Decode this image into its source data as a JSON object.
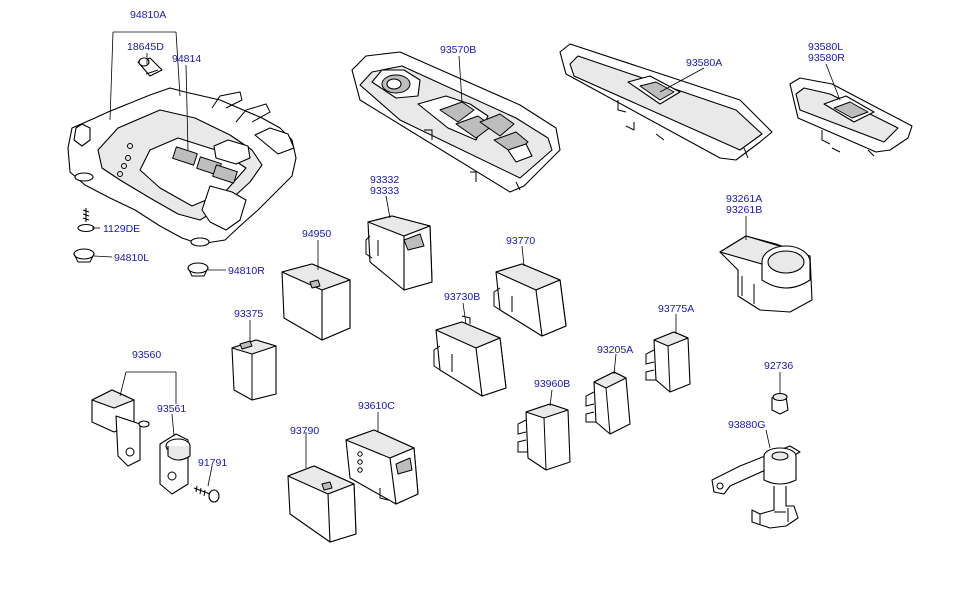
{
  "labels": {
    "l94810A": "94810A",
    "l18645D": "18645D",
    "l94814": "94814",
    "l1129DE": "1129DE",
    "l94810L": "94810L",
    "l94810R": "94810R",
    "l93570B": "93570B",
    "l93580A": "93580A",
    "l93580L": "93580L",
    "l93580R": "93580R",
    "l93332": "93332",
    "l93333": "93333",
    "l94950": "94950",
    "l93261A": "93261A",
    "l93261B": "93261B",
    "l93770": "93770",
    "l93375": "93375",
    "l93730B": "93730B",
    "l93775A": "93775A",
    "l93205A": "93205A",
    "l93560": "93560",
    "l93561": "93561",
    "l92736": "92736",
    "l93960B": "93960B",
    "l93610C": "93610C",
    "l93790": "93790",
    "l91791": "91791",
    "l93880G": "93880G"
  }
}
